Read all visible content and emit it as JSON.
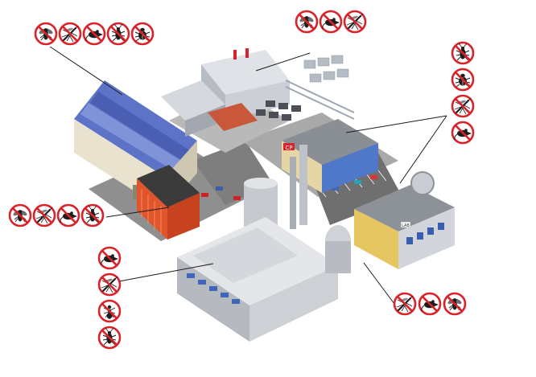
{
  "colors": {
    "prohibition_red": "#d9232a",
    "bug_black": "#1d1d1d",
    "roof_blue": "#5d73c7",
    "brick_orange": "#e2552b",
    "building_grey": "#c9ccd1",
    "ground_grey": "#8f8f8f",
    "leader_line": "#1a1a1a"
  },
  "sign_groups": [
    {
      "name": "warehouse-pests",
      "pests": [
        "fly-icon",
        "mosquito-icon",
        "rat-icon",
        "cockroach-icon",
        "beetle-icon"
      ]
    },
    {
      "name": "logistics-pests",
      "pests": [
        "fly-icon",
        "rat-icon",
        "mosquito-icon"
      ]
    },
    {
      "name": "office-pests",
      "pests": [
        "cockroach-icon",
        "beetle-icon",
        "mosquito-icon",
        "rat-icon"
      ]
    },
    {
      "name": "storage-pests",
      "pests": [
        "fly-icon",
        "mosquito-icon",
        "rat-icon",
        "cockroach-icon"
      ]
    },
    {
      "name": "plant-pests",
      "pests": [
        "rat-icon",
        "mosquito-icon",
        "ant-icon",
        "cockroach-icon"
      ]
    },
    {
      "name": "lab-pests",
      "pests": [
        "mosquito-icon",
        "rat-icon",
        "fly-icon"
      ]
    }
  ],
  "signage": {
    "cp_building": "CP",
    "lab_building": "LAB"
  }
}
